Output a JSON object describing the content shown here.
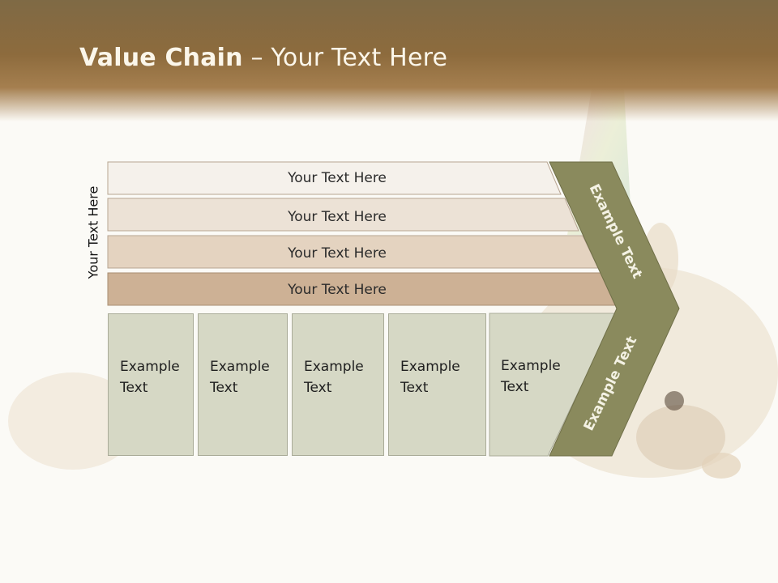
{
  "slide": {
    "title_bold": "Value Chain",
    "title_rest": " – Your Text Here",
    "side_label": "Your Text Here"
  },
  "bars": [
    {
      "label": "Your Text Here",
      "color": "#f5f1eb"
    },
    {
      "label": "Your Text Here",
      "color": "#ece2d6"
    },
    {
      "label": "Your Text Here",
      "color": "#e4d3c0"
    },
    {
      "label": "Your Text Here",
      "color": "#cdb195"
    }
  ],
  "boxes": [
    {
      "label": "Example\nText"
    },
    {
      "label": "Example\nText"
    },
    {
      "label": "Example\nText"
    },
    {
      "label": "Example\nText"
    },
    {
      "label": "Example\nText"
    }
  ],
  "chevron": {
    "upper_text": "Example Text",
    "lower_text": "Example Text",
    "color": "#8a8a5d"
  }
}
